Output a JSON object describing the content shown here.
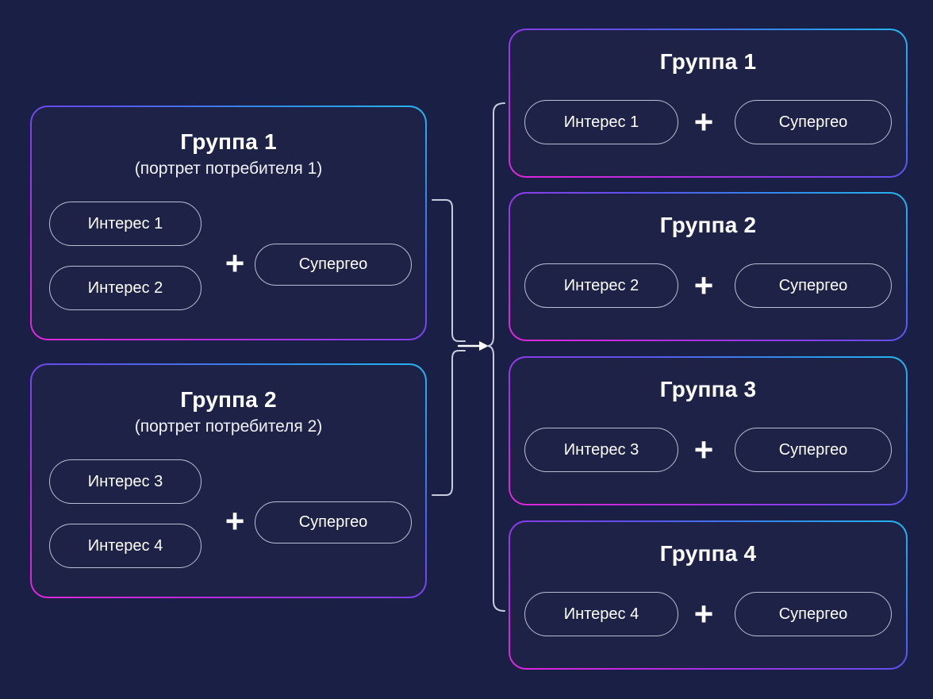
{
  "background_color": "#1a1f45",
  "card_fill_color": "#1e2247",
  "gradient": {
    "from": "#e028d8",
    "mid": "#8b3ce8",
    "to": "#25b6f0"
  },
  "pill_border_color": "#b8bed4",
  "text_color": "#ffffff",
  "plus_symbol": "+",
  "arrow_symbol": "→",
  "left_column": {
    "cards": [
      {
        "title": "Группа 1",
        "subtitle": "(портрет потребителя 1)",
        "interests": [
          "Интерес 1",
          "Интерес 2"
        ],
        "geo": "Супергео"
      },
      {
        "title": "Группа 2",
        "subtitle": "(портрет потребителя 2)",
        "interests": [
          "Интерес 3",
          "Интерес 4"
        ],
        "geo": "Супергео"
      }
    ]
  },
  "right_column": {
    "cards": [
      {
        "title": "Группа 1",
        "interest": "Интерес 1",
        "geo": "Супергео"
      },
      {
        "title": "Группа 2",
        "interest": "Интерес 2",
        "geo": "Супергео"
      },
      {
        "title": "Группа 3",
        "interest": "Интерес 3",
        "geo": "Супергео"
      },
      {
        "title": "Группа 4",
        "interest": "Интерес 4",
        "geo": "Супергео"
      }
    ]
  }
}
